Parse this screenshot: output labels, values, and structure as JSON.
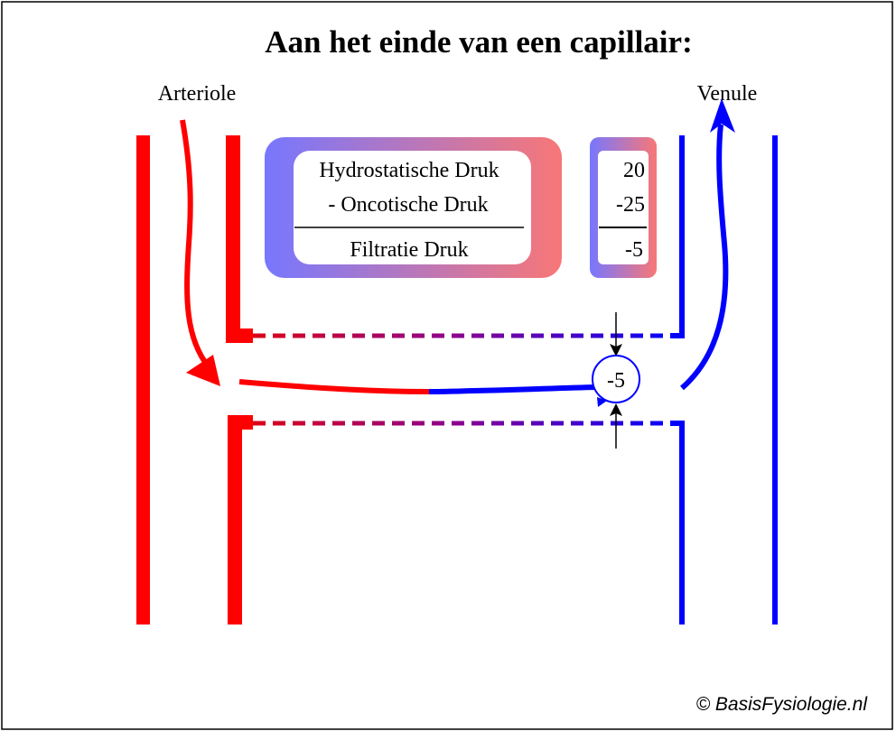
{
  "title": "Aan het einde van een capillair:",
  "labels": {
    "arteriole": "Arteriole",
    "venule": "Venule"
  },
  "formula": {
    "line1": "Hydrostatische Druk",
    "line2": "- Oncotische Druk",
    "result": "Filtratie Druk"
  },
  "values": {
    "hydrostatic": "20",
    "oncotic": "-25",
    "filtration": "-5"
  },
  "pressure_indicator": "-5",
  "copyright": "© BasisFysiologie.nl",
  "colors": {
    "arterial": "#ff0000",
    "venous": "#0000ff",
    "gradient_start": "#7777ff",
    "gradient_end": "#f87777"
  }
}
